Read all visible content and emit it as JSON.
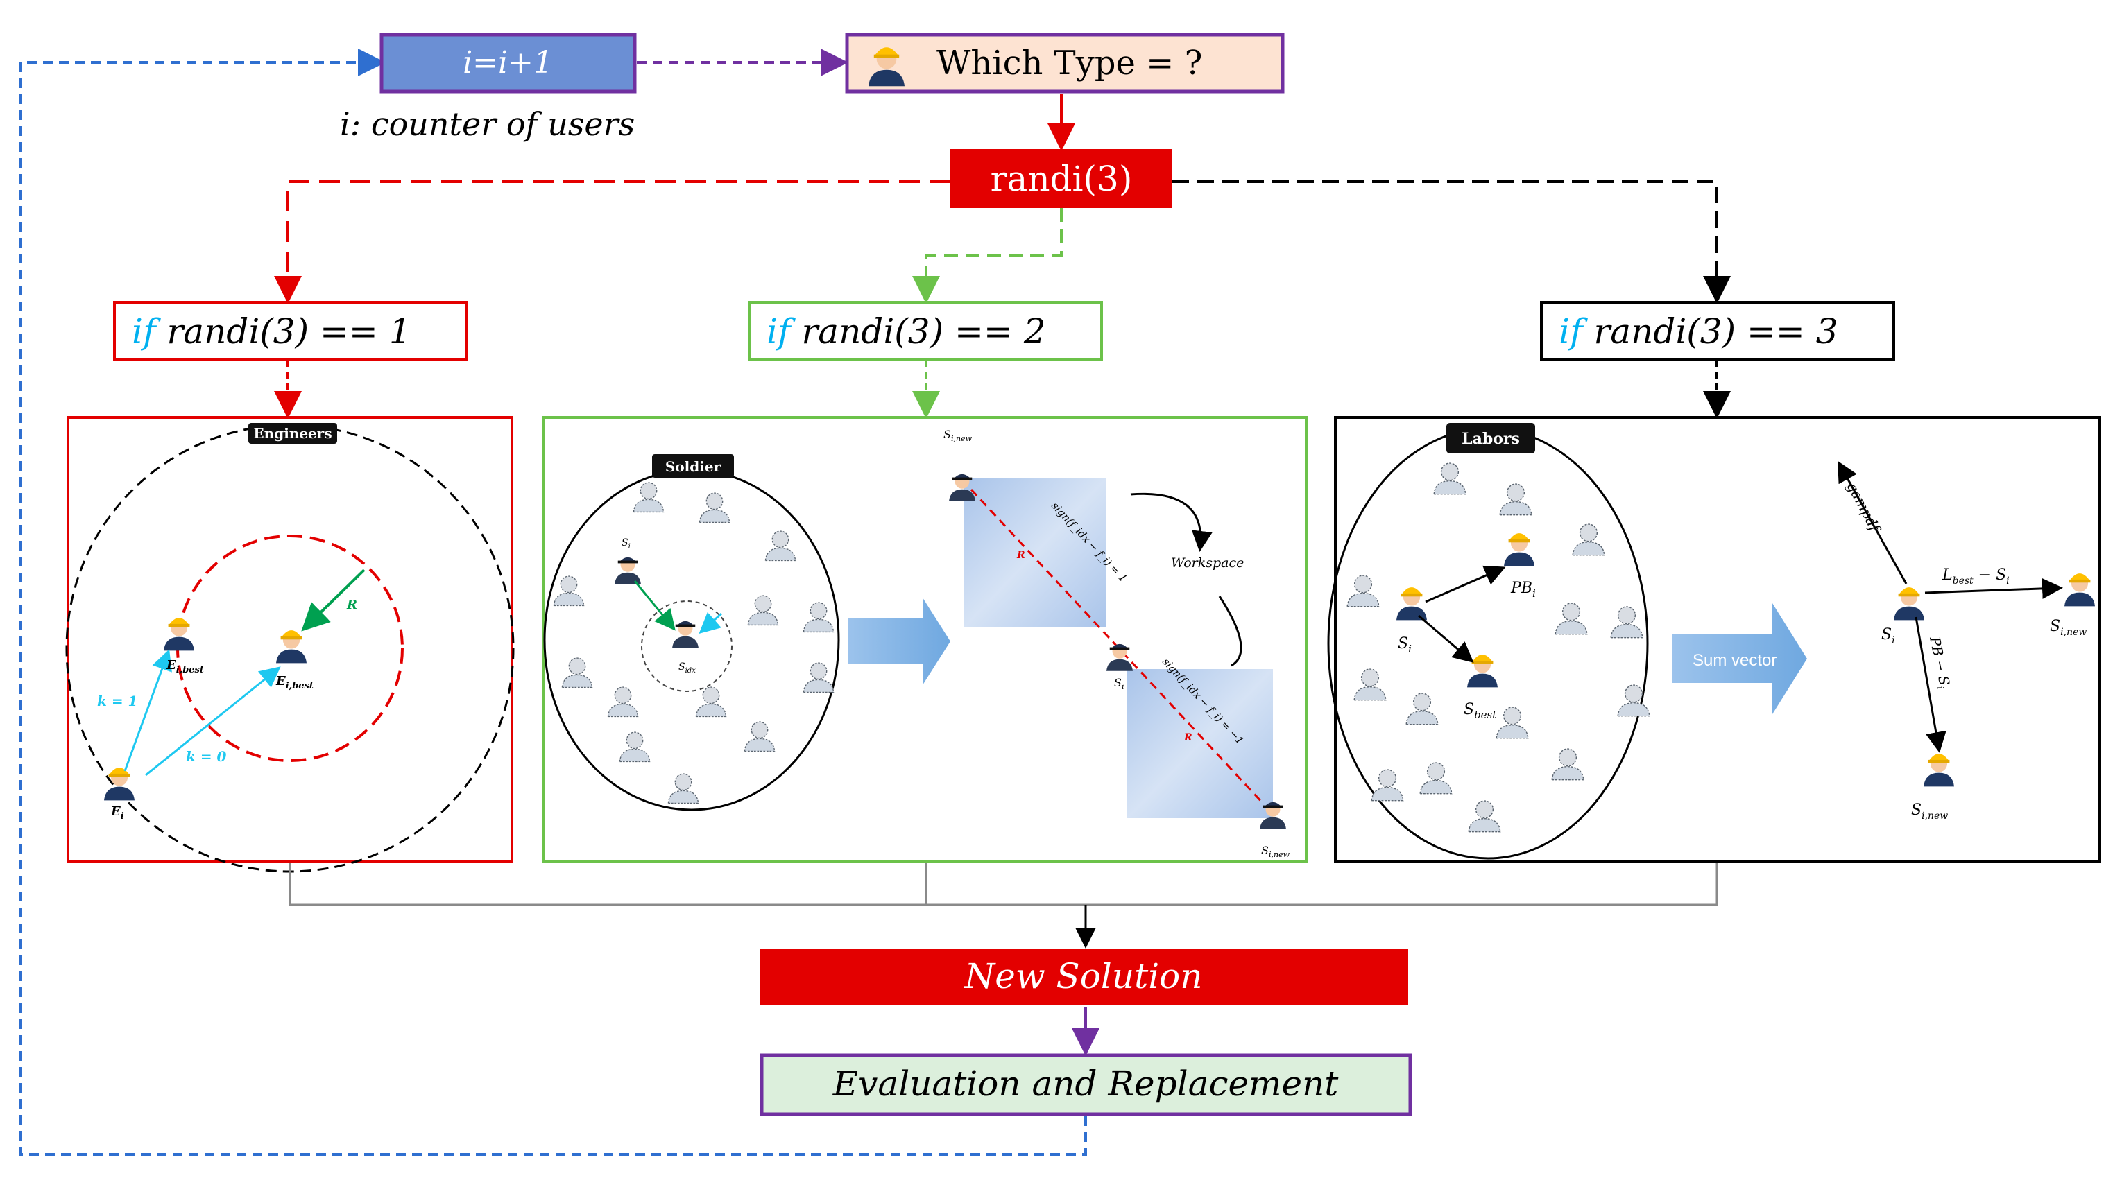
{
  "top": {
    "counter_box": "i=i+1",
    "counter_note": "i: counter of users",
    "type_box": "Which Type = ?"
  },
  "random": {
    "label": "randi(3)"
  },
  "branches": [
    {
      "condition_kw": "if",
      "condition_expr": " randi(3) == 1",
      "panel_title": "Engineers",
      "labels": {
        "ebest1": "E",
        "ebest1_sub": "i,best",
        "ebest2": "E",
        "ebest2_sub": "i,best",
        "ei": "E",
        "ei_sub": "i",
        "k1": "k = 1",
        "k0": "k = 0",
        "r": "R"
      }
    },
    {
      "condition_kw": "if",
      "condition_expr": " randi(3) == 2",
      "panel_title": "Soldier",
      "labels": {
        "snew_top": "S",
        "snew_top_sub": "i,new",
        "si_inner": "S",
        "si_inner_sub": "i",
        "sidx": "S",
        "sidx_sub": "idx",
        "si_mid": "S",
        "si_mid_sub": "i",
        "snew_bot": "S",
        "snew_bot_sub": "i,new",
        "sign1": "sign(f_idx − f_i) = 1",
        "sign2": "sign(f_idx − f_i) = −1",
        "r1": "R",
        "r2": "R",
        "workspace": "Workspace"
      }
    },
    {
      "condition_kw": "if",
      "condition_expr": " randi(3) == 3",
      "panel_title": "Labors",
      "labels": {
        "si_left": "S",
        "si_left_sub": "i",
        "pbi": "PB",
        "pbi_sub": "i",
        "sbest": "S",
        "sbest_sub": "best",
        "sum_vector": "Sum vector",
        "gampdf": "gampdf",
        "lbest": "L",
        "lbest_sub": "best",
        "lbest_rest": " − S",
        "lbest_rest_sub": "i",
        "pb_si": "PB − S",
        "pb_si_sub": "i",
        "si_right": "S",
        "si_right_sub": "i",
        "snew_right": "S",
        "snew_right_sub": "i,new",
        "snew_down": "S",
        "snew_down_sub": "i,new"
      }
    }
  ],
  "bottom": {
    "new_solution": "New Solution",
    "evaluation": "Evaluation and Replacement"
  },
  "colors": {
    "red": "#e30000",
    "red_fill": "#e30000",
    "green": "#6cc24a",
    "black": "#000000",
    "blue": "#2f6fd0",
    "purple": "#7030a0",
    "counter_fill": "#6b8fd4",
    "type_fill": "#fde3d2",
    "eval_fill": "#dcefdc",
    "cyan": "#00b0f0",
    "arrow_cyan": "#1ec8f0",
    "dark_green": "#00a050"
  }
}
